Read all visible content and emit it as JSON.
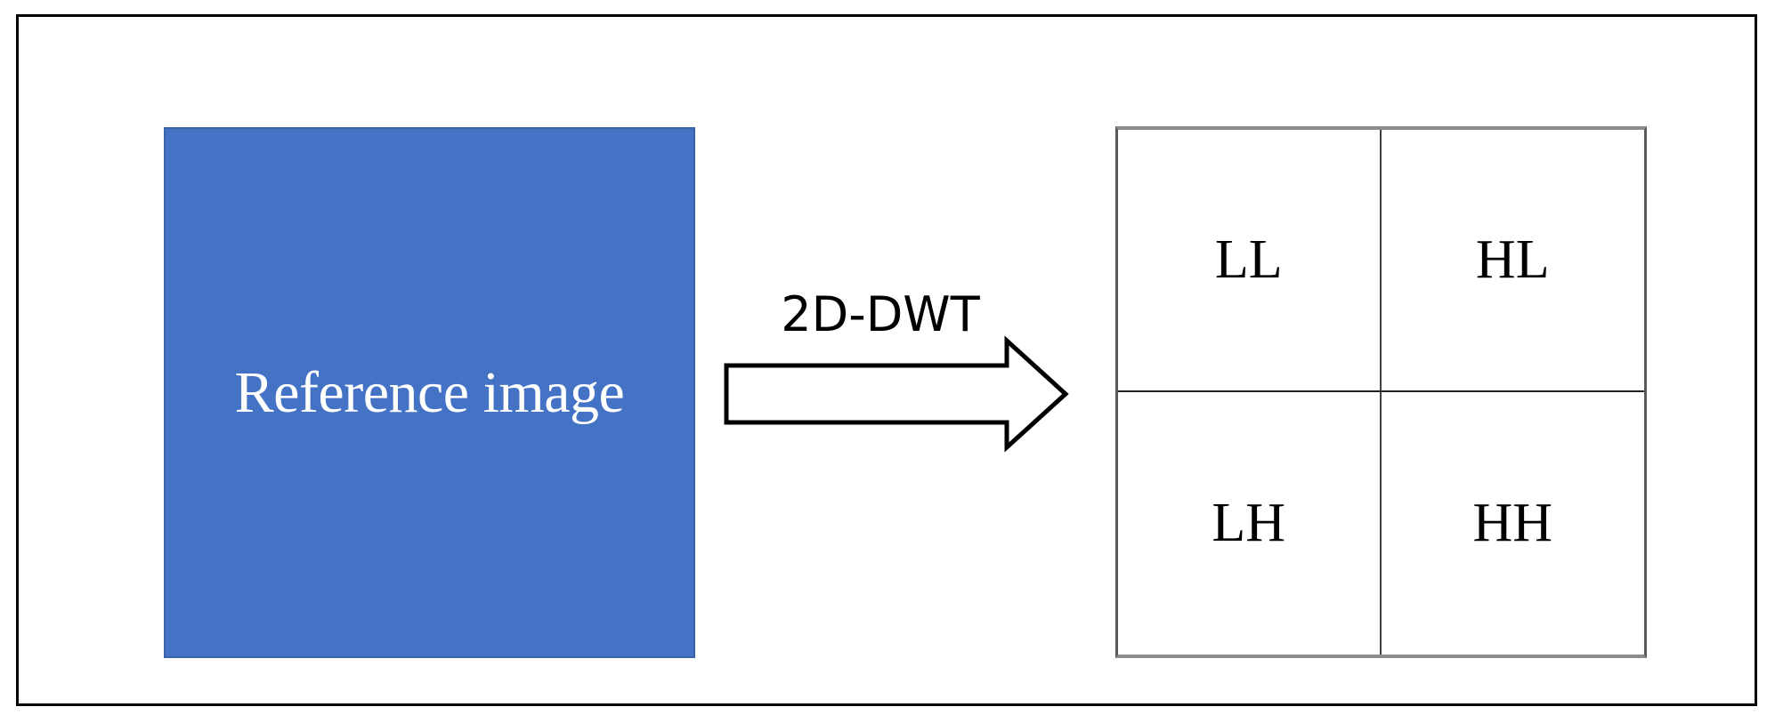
{
  "diagram": {
    "source": {
      "label": "Reference image",
      "fill_color": "#4472c4"
    },
    "transform": {
      "label": "2D-DWT"
    },
    "subbands": [
      {
        "id": "ll",
        "label": "LL"
      },
      {
        "id": "hl",
        "label": "HL"
      },
      {
        "id": "lh",
        "label": "LH"
      },
      {
        "id": "hh",
        "label": "HH"
      }
    ]
  }
}
